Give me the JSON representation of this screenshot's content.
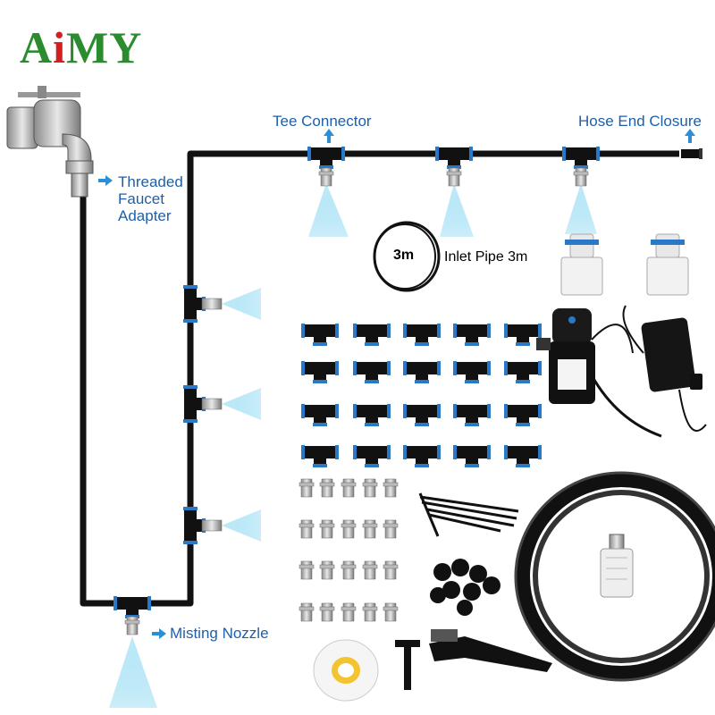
{
  "brand": {
    "logo_text_1": "A",
    "logo_text_2": "i",
    "logo_text_3": "MY",
    "color_green": "#2a8c2e",
    "color_red": "#d21f1f"
  },
  "labels": {
    "faucet_adapter": [
      "Threaded",
      "Faucet",
      "Adapter"
    ],
    "tee_connector": "Tee Connector",
    "hose_end_closure": "Hose End Closure",
    "misting_nozzle": "Misting Nozzle",
    "pipe_length": "3m",
    "inlet_pipe": "Inlet Pipe 3m"
  },
  "colors": {
    "label_blue": "#1f5fa8",
    "pipe": "#111111",
    "spray": "#7fd3f0",
    "accent_blue": "#2c8fd6"
  },
  "icons": [
    "faucet-icon",
    "tee-connector-icon",
    "misting-nozzle-icon",
    "pump-icon",
    "power-adapter-icon",
    "hose-coil-icon",
    "cable-tie-icon",
    "pipe-clip-icon",
    "teflon-tape-icon",
    "pipe-cutter-icon",
    "filter-icon",
    "quick-connector-icon",
    "end-plug-icon"
  ]
}
